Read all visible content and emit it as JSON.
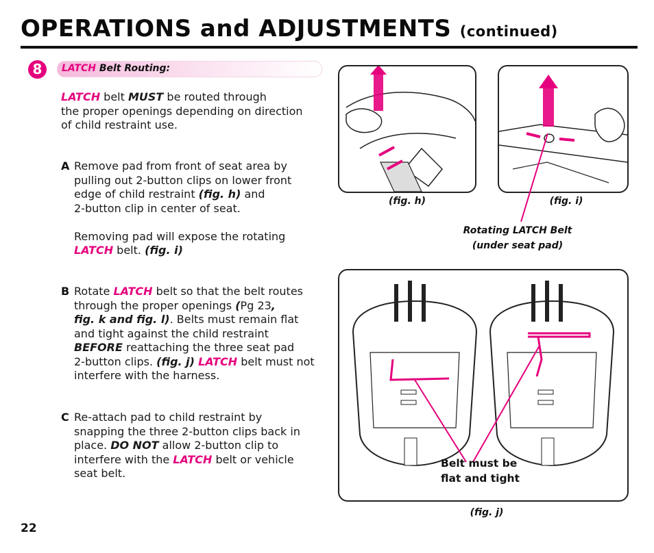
{
  "header": {
    "title": "OPERATIONS and ADJUSTMENTS",
    "continued": "(continued)"
  },
  "section": {
    "number": "8",
    "label_latch": "LATCH",
    "label_rest": " Belt Routing:"
  },
  "intro": {
    "latch": "LATCH",
    "t1": " belt ",
    "must": "MUST",
    "t2": " be routed through",
    "line2": "the proper openings depending on direction",
    "line3": "of child restraint use."
  },
  "stepA": {
    "letter": "A",
    "line1": "Remove pad from front of seat area by",
    "line2": "pulling out 2-button clips on lower front",
    "line3_pre": "edge of child restraint ",
    "line3_fig": "(fig. h)",
    "line3_post": " and",
    "line4": "2-button clip in center of seat.",
    "line5": "Removing pad will expose the rotating",
    "line6_latch": "LATCH",
    "line6_mid": " belt. ",
    "line6_fig": "(fig. i)"
  },
  "stepB": {
    "letter": "B",
    "line1_pre": "Rotate ",
    "line1_latch": "LATCH",
    "line1_post": " belt so that the belt routes",
    "line2_pre": "through the proper openings ",
    "line2_paren": "(",
    "line2_pg": "Pg 23",
    "line2_comma": ",",
    "line3_fig": "fig. k and fig. l)",
    "line3_post": ". Belts must remain flat",
    "line4": "and tight against the child restraint",
    "line5_before": "BEFORE",
    "line5_post": " reattaching the three seat pad",
    "line6_pre": "2-button clips. ",
    "line6_fig": "(fig. j)",
    "line6_sp": " ",
    "line6_latch": "LATCH",
    "line6_post": " belt must not",
    "line7": "interfere with the harness."
  },
  "stepC": {
    "letter": "C",
    "line1": "Re-attach pad to child restraint by",
    "line2": "snapping the three 2-button clips back in",
    "line3_pre": "place. ",
    "line3_donot": "DO NOT",
    "line3_post": " allow 2-button clip to",
    "line4_pre": "interfere with the ",
    "line4_latch": "LATCH",
    "line4_post": " belt or vehicle",
    "line5": "seat belt."
  },
  "figures": {
    "h_caption": "(fig. h)",
    "i_caption": "(fig. i)",
    "i_callout_1": "Rotating LATCH Belt",
    "i_callout_2": "(under seat pad)",
    "j_caption": "(fig. j)",
    "j_callout_1": "Belt must be",
    "j_callout_2": "flat and tight"
  },
  "footer": {
    "page_number": "22"
  },
  "colors": {
    "accent": "#e5007d",
    "text": "#111111"
  }
}
